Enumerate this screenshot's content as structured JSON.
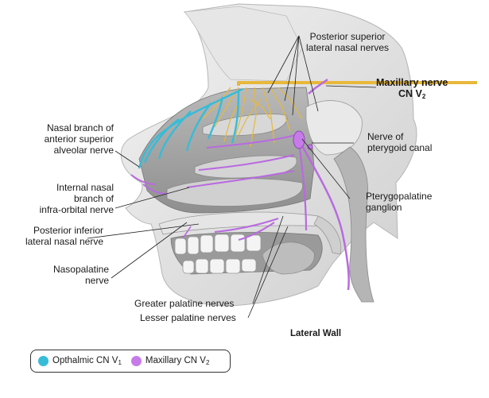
{
  "labels": {
    "posterior_superior": [
      "Posterior superior",
      "lateral nasal nerves"
    ],
    "maxillary_nerve": "Maxillary nerve",
    "cn_v2_prefix": "CN V",
    "cn_v2_sub": "2",
    "nerve_pterygoid": [
      "Nerve of",
      "pterygoid canal"
    ],
    "pterygopalatine": [
      "Pterygopalatine",
      "ganglion"
    ],
    "nasal_branch": [
      "Nasal branch of",
      "anterior superior",
      "alveolar nerve"
    ],
    "internal_nasal": [
      "Internal nasal",
      "branch of",
      "infra-orbital nerve"
    ],
    "posterior_inferior": [
      "Posterior inferior",
      "lateral nasal nerve"
    ],
    "nasopalatine": [
      "Nasopalatine",
      "nerve"
    ],
    "greater_palatine": "Greater palatine nerves",
    "lesser_palatine": "Lesser palatine nerves",
    "lateral_wall": "Lateral Wall"
  },
  "legend": {
    "items": [
      {
        "label": "Opthalmic CN V",
        "sub": "1",
        "color": "#37bcd8"
      },
      {
        "label": "Maxillary CN V",
        "sub": "2",
        "color": "#c77be9"
      }
    ]
  },
  "colors": {
    "ophthalmic": "#37bcd8",
    "maxillary": "#b96ae0",
    "olfactory": "#e8b83a",
    "tissue": "#d9d9d9",
    "tissue_dark": "#a8a8a8"
  }
}
